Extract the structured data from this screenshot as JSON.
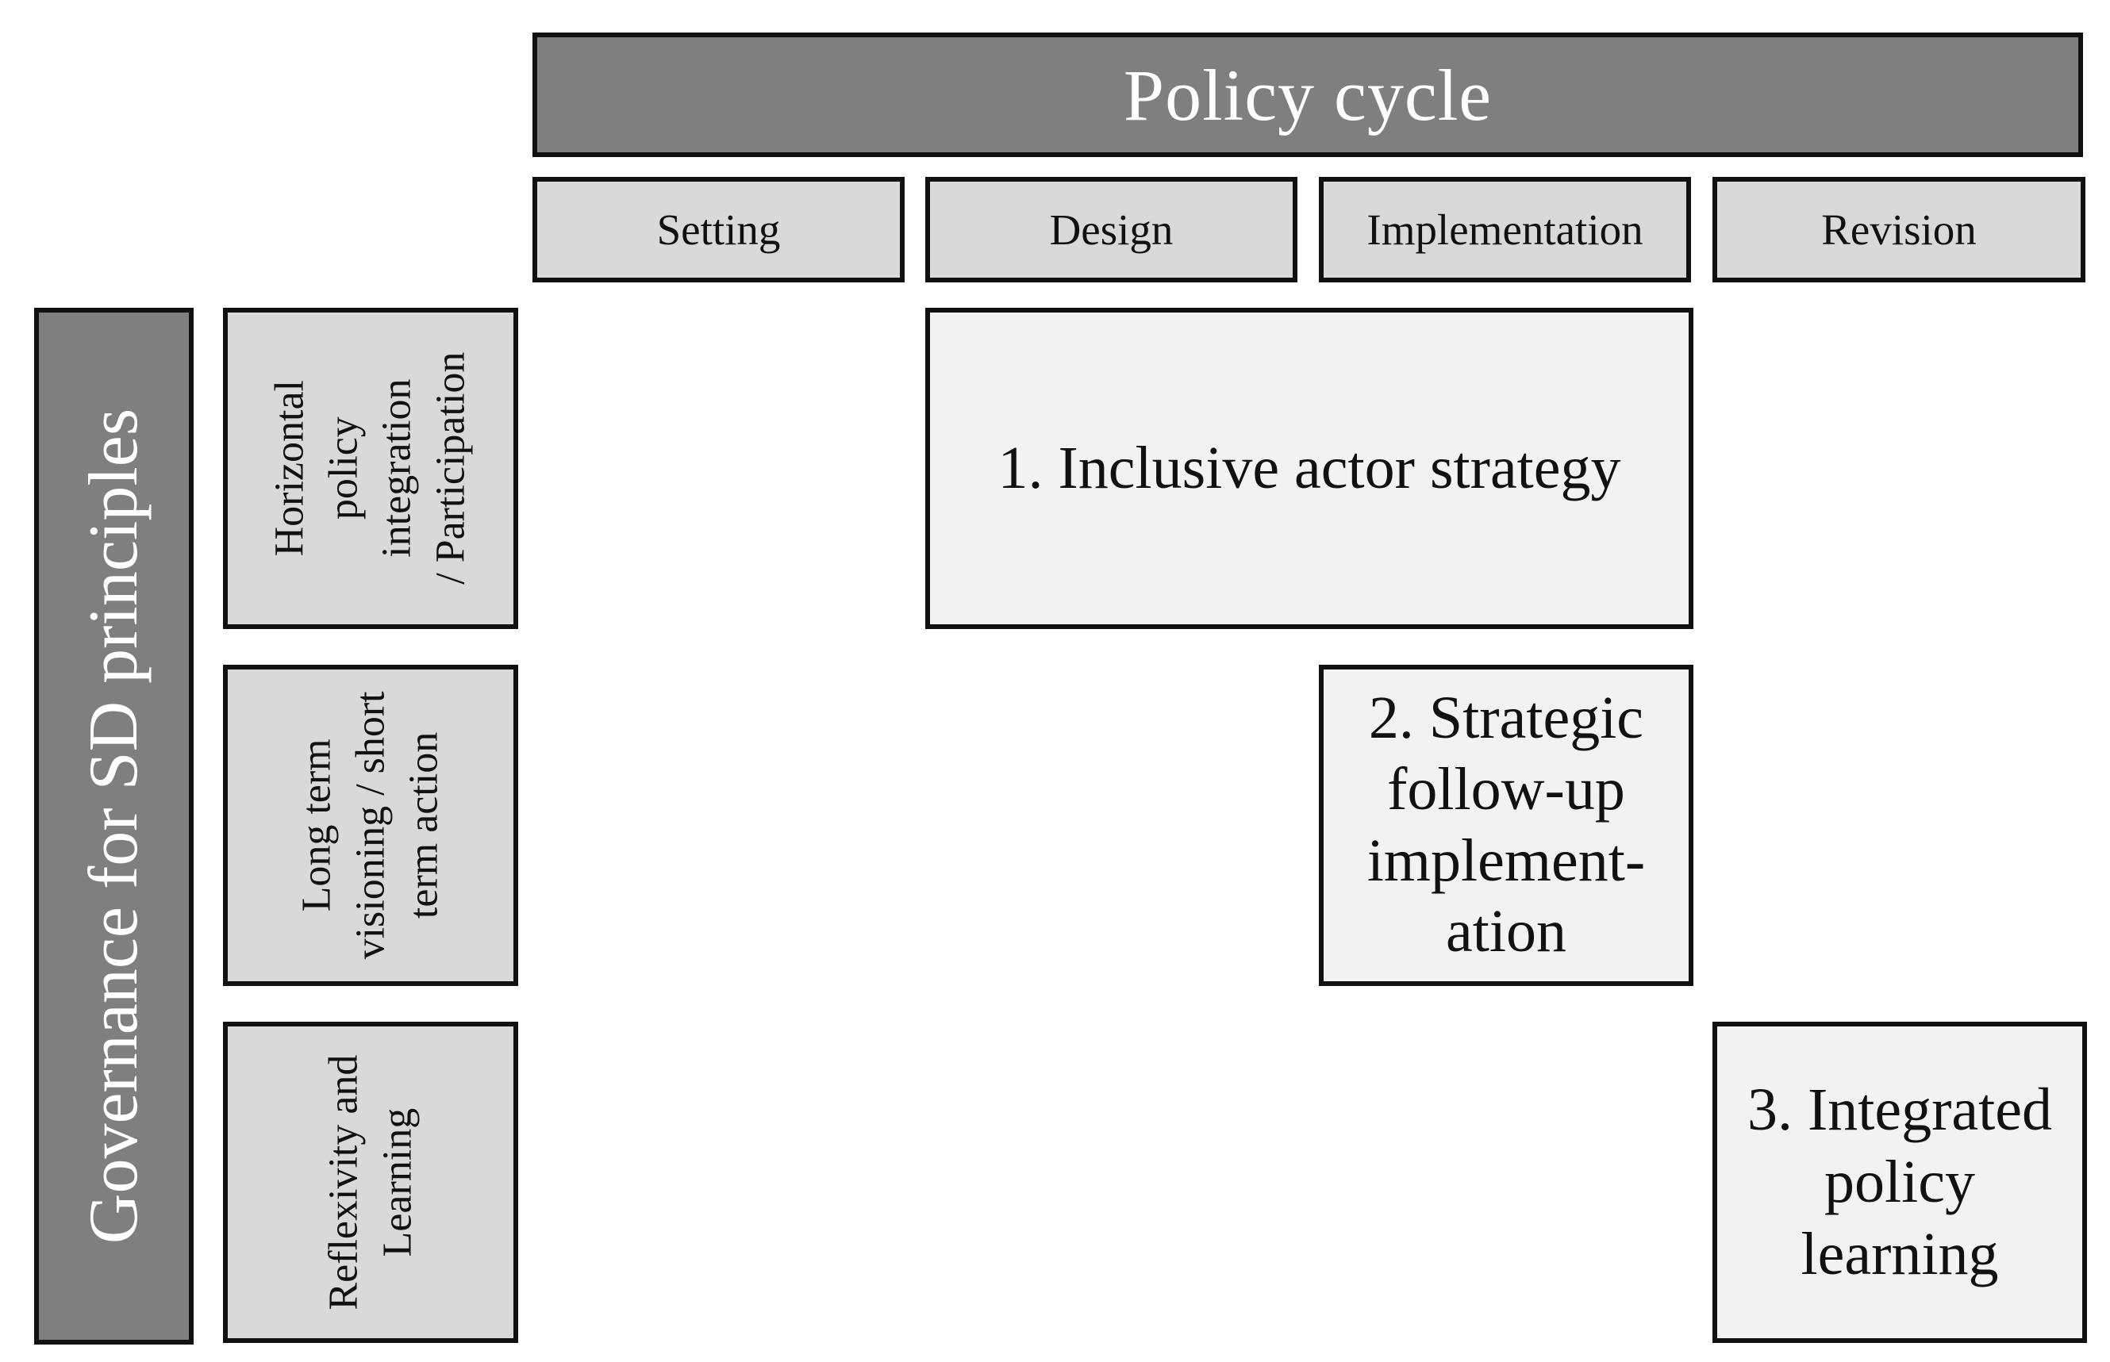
{
  "header": {
    "title": "Policy cycle"
  },
  "phases": [
    {
      "label": "Setting"
    },
    {
      "label": "Design"
    },
    {
      "label": "Implementation"
    },
    {
      "label": "Revision"
    }
  ],
  "side": {
    "title": "Governance for SD principles"
  },
  "principles": [
    {
      "label": "Horizontal\npolicy\nintegration\n/ Participation"
    },
    {
      "label": "Long term\nvisioning / short\nterm action"
    },
    {
      "label": "Reflexivity and\nLearning"
    }
  ],
  "outcomes": [
    {
      "label": "1. Inclusive actor strategy"
    },
    {
      "label": "2. Strategic\nfollow-up\nimplement-\nation"
    },
    {
      "label": "3. Integrated\npolicy\nlearning"
    }
  ],
  "colors": {
    "dark_fill": "#7f7f7f",
    "light_fill": "#d9d9d9",
    "lighter_fill": "#f2f2f2",
    "border": "#111111"
  }
}
